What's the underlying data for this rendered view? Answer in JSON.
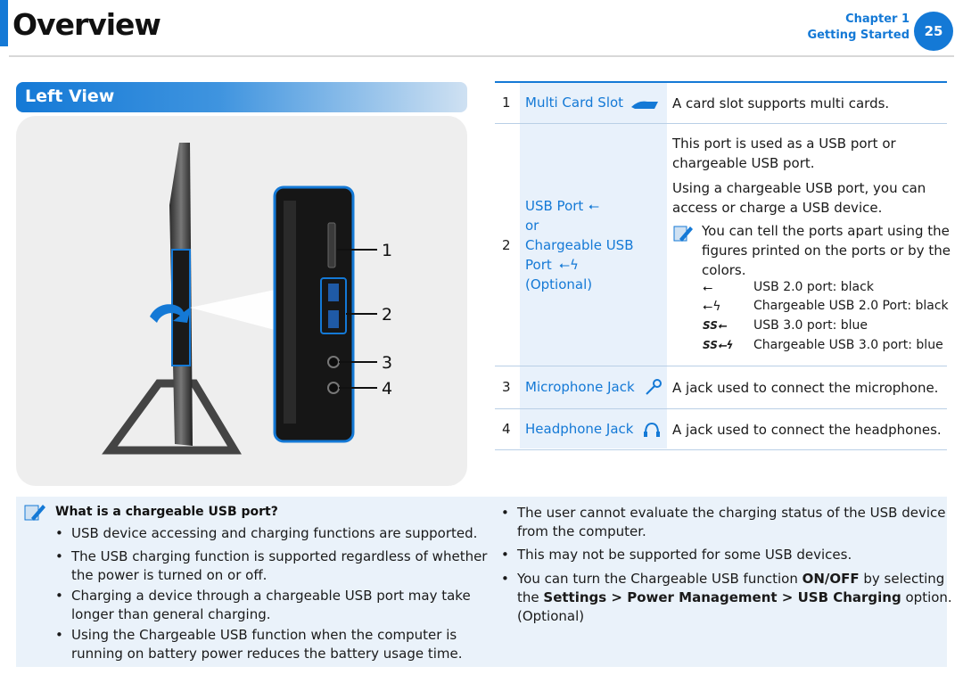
{
  "header": {
    "title": "Overview",
    "chapter": "Chapter 1",
    "chapter_name": "Getting Started",
    "page_number": "25"
  },
  "section_title": "Left View",
  "callouts": [
    "1",
    "2",
    "3",
    "4"
  ],
  "table": [
    {
      "num": "1",
      "label": "Multi Card Slot",
      "desc": "A card slot supports multi cards."
    },
    {
      "num": "2",
      "label_lines": [
        "USB Port",
        "or",
        "Chargeable USB",
        "Port",
        "(Optional)"
      ],
      "desc_lines": [
        "This port is used as a USB port or",
        "chargeable USB port."
      ],
      "desc2_lines": [
        "Using a chargeable USB port, you can",
        "access or charge a USB device."
      ],
      "tip_lines": [
        "You can tell the ports apart using the",
        "figures printed on the ports or by the",
        "colors."
      ],
      "legend": [
        {
          "icon": "usb-icon",
          "text": "USB 2.0 port: black"
        },
        {
          "icon": "chargeable-usb-icon",
          "text": "Chargeable USB 2.0 Port: black"
        },
        {
          "icon": "usb3-icon",
          "text": "USB 3.0 port: blue"
        },
        {
          "icon": "chargeable-usb3-icon",
          "text": "Chargeable USB 3.0 port: blue"
        }
      ]
    },
    {
      "num": "3",
      "label": "Microphone Jack",
      "desc": "A jack used to connect the microphone."
    },
    {
      "num": "4",
      "label": "Headphone Jack",
      "desc": "A jack used to connect the headphones."
    }
  ],
  "note": {
    "heading": "What is a chargeable USB port?",
    "left_bullets": [
      [
        "USB device accessing and charging functions are supported."
      ],
      [
        "The USB charging function is supported regardless of whether",
        "the power is turned on or off."
      ],
      [
        "Charging a device through a chargeable USB port may take",
        "longer than general charging."
      ],
      [
        "Using the Chargeable USB function when the computer is",
        "running on battery power reduces the battery usage time."
      ]
    ],
    "right_bullets": [
      [
        "The user cannot evaluate the charging status of the USB device",
        "from the computer."
      ],
      [
        "This may not be supported for some USB devices."
      ]
    ],
    "last_bullet": {
      "p1": "You can turn the Chargeable USB function ",
      "b1": "ON/OFF",
      "p2": " by selecting",
      "p3": "the ",
      "b2": "Settings > Power Management > USB Charging",
      "p4": " option.",
      "p5": "(Optional)"
    }
  },
  "colors": {
    "accent": "#1479d6",
    "panel": "#eeeeee",
    "note_bg": "#eaf2fa"
  }
}
